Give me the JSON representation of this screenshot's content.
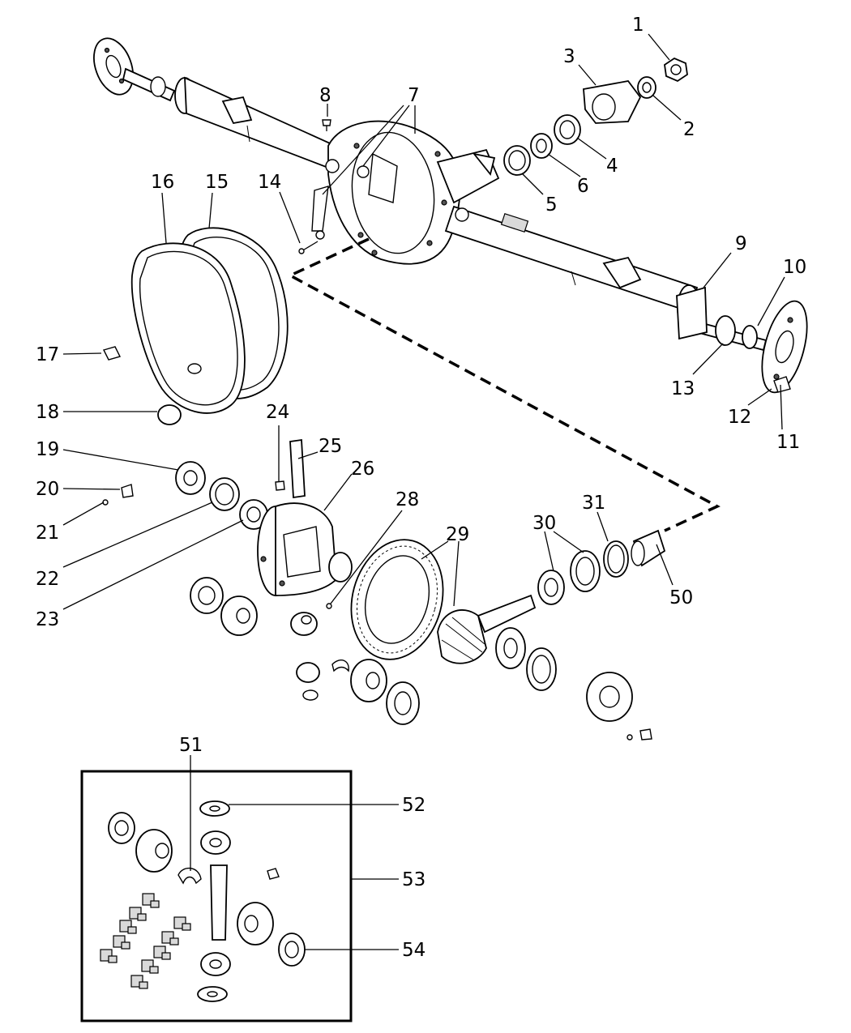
{
  "callouts": [
    "1",
    "2",
    "3",
    "4",
    "5",
    "6",
    "7",
    "8",
    "9",
    "10",
    "11",
    "12",
    "13",
    "14",
    "15",
    "16",
    "17",
    "18",
    "19",
    "20",
    "21",
    "22",
    "23",
    "24",
    "25",
    "26",
    "28",
    "29",
    "30",
    "31",
    "50",
    "51",
    "52",
    "53",
    "54"
  ]
}
